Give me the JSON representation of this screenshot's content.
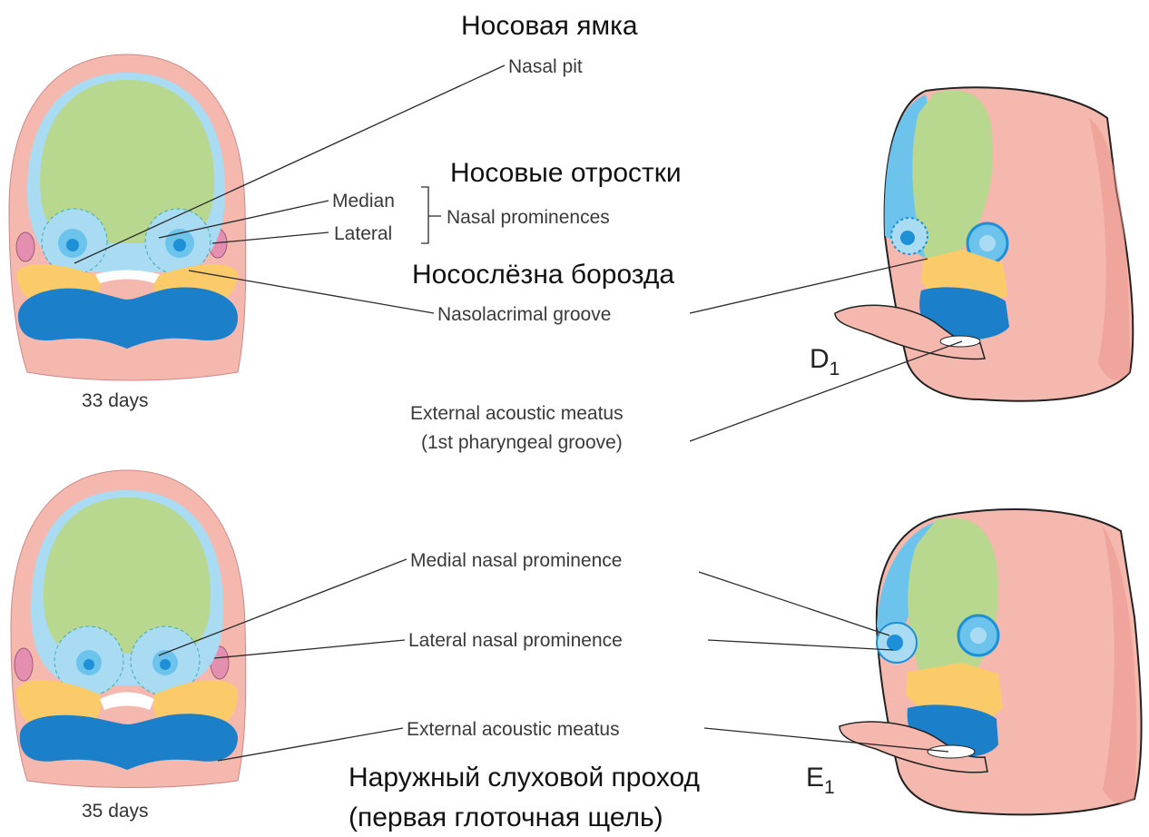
{
  "colors": {
    "skin": "#f5b8ae",
    "skin_dark": "#e9928a",
    "frontonasal_green": "#b8d78f",
    "nasal_blue_light": "#a9dcf2",
    "nasal_blue": "#1e90d8",
    "maxillary_yellow": "#fbcb6a",
    "mandibular_blue": "#1b7fc9",
    "ear_pink": "#e58fb0"
  },
  "labels": {
    "ru_nasal_pit": "Носовая ямка",
    "nasal_pit": "Nasal pit",
    "ru_nasal_prominences": "Носовые отростки",
    "median": "Median",
    "lateral": "Lateral",
    "nasal_prominences": "Nasal prominences",
    "ru_nasolacrimal": "Носослёзна борозда",
    "nasolacrimal_groove": "Nasolacrimal groove",
    "days_33": "33 days",
    "panel_d_letter": "D",
    "panel_d_sub": "1",
    "ext_meatus_line1": "External acoustic meatus",
    "ext_meatus_line2": "(1st pharyngeal groove)",
    "medial_nasal_prominence": "Medial nasal prominence",
    "lateral_nasal_prominence": "Lateral nasal prominence",
    "ext_meatus_2": "External acoustic meatus",
    "panel_e_letter": "E",
    "panel_e_sub": "1",
    "days_35": "35 days",
    "ru_ext_meatus_line1": "Наружный слуховой проход",
    "ru_ext_meatus_line2": "(первая глоточная щель)"
  }
}
